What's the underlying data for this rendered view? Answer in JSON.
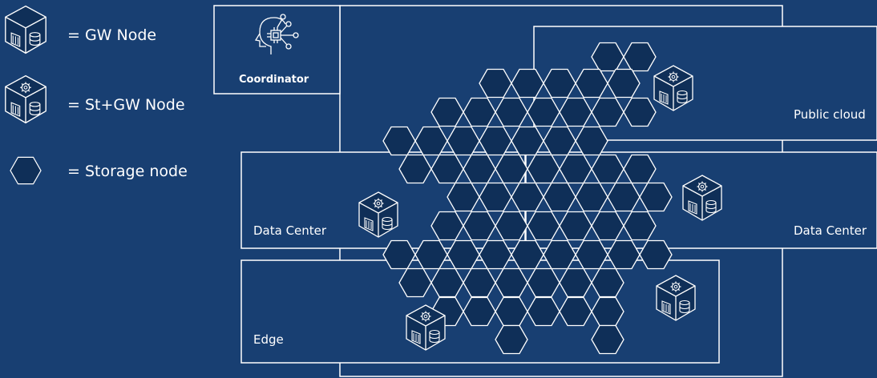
{
  "legend": {
    "gw_node": "= GW Node",
    "st_gw_node": "= St+GW Node",
    "storage_node": "= Storage node"
  },
  "coordinator": {
    "label": "Coordinator"
  },
  "zones": {
    "public_cloud": "Public cloud",
    "data_center_left": "Data Center",
    "data_center_right": "Data Center",
    "edge": "Edge"
  },
  "icons": {
    "gw_node": "server-cube-icon",
    "st_gw_node": "server-cube-gear-icon",
    "storage_node": "hexagon-icon",
    "coordinator": "ai-brain-circuit-icon"
  },
  "colors": {
    "background": "#183f72",
    "node_fill": "#0f2f58",
    "line": "#ffffff"
  }
}
